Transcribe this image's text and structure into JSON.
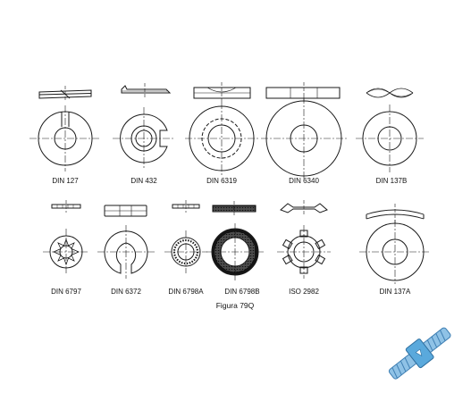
{
  "figure": {
    "caption": "Figura 79Q",
    "row1": [
      {
        "id": "din-127",
        "label": "DIN 127"
      },
      {
        "id": "din-432",
        "label": "DIN 432"
      },
      {
        "id": "din-6319",
        "label": "DIN 6319"
      },
      {
        "id": "din-6340",
        "label": "DIN 6340"
      },
      {
        "id": "din-137b",
        "label": "DIN 137B"
      }
    ],
    "row2": [
      {
        "id": "din-6797",
        "label": "DIN 6797"
      },
      {
        "id": "din-6372",
        "label": "DIN 6372"
      },
      {
        "id": "din-6798a",
        "label": "DIN 6798A"
      },
      {
        "id": "din-6798b",
        "label": "DIN 6798B"
      },
      {
        "id": "iso-2982",
        "label": "ISO 2982"
      },
      {
        "id": "din-137a",
        "label": "DIN 137A"
      }
    ]
  },
  "colors": {
    "line": "#1a1a1a",
    "centerline": "#444444",
    "bolt": "#8fc2e6",
    "bolt_dark": "#3f7fb3",
    "nut": "#5aa9dc"
  },
  "logo": {
    "icon": "bolt-and-nut-icon"
  }
}
